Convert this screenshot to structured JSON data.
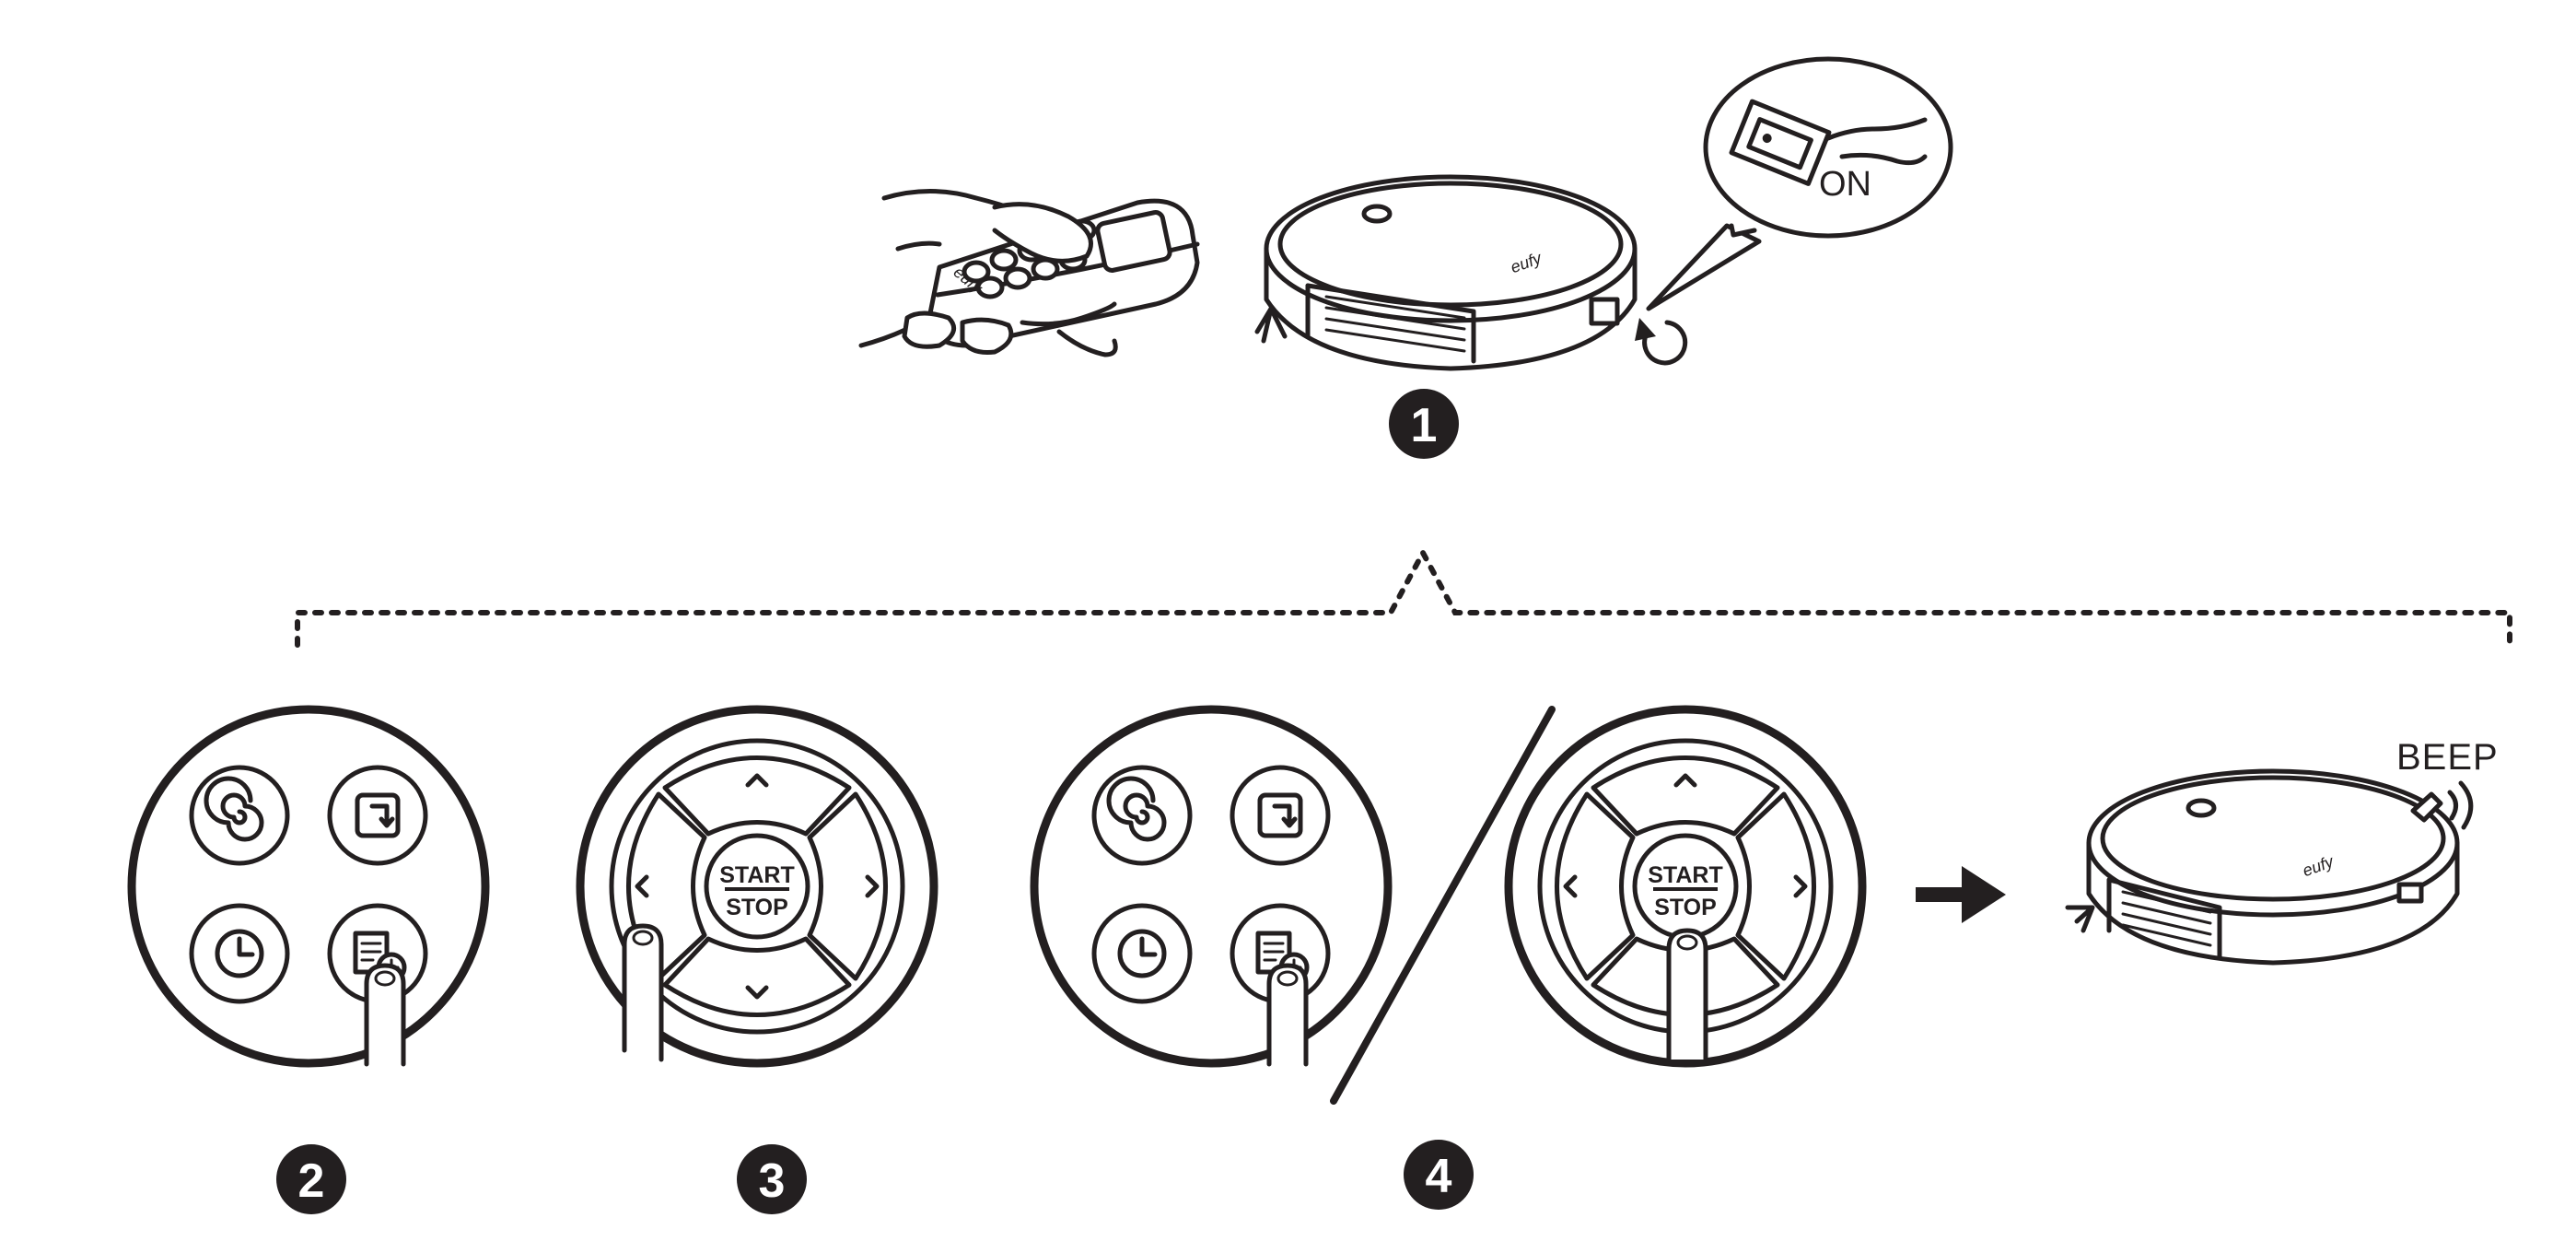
{
  "steps": [
    {
      "number": "1"
    },
    {
      "number": "2"
    },
    {
      "number": "3"
    },
    {
      "number": "4"
    }
  ],
  "callout": {
    "switch_label": "ON"
  },
  "robot": {
    "brand": "eufy"
  },
  "remote": {
    "brand": "eufy"
  },
  "dpad": {
    "start_label": "START",
    "stop_label": "STOP"
  },
  "final": {
    "sound_label": "BEEP"
  },
  "icons": [
    "auto-clean-icon",
    "spot-clean-icon",
    "clock-icon",
    "schedule-icon",
    "arrow-right-icon",
    "power-cycle-icon"
  ]
}
